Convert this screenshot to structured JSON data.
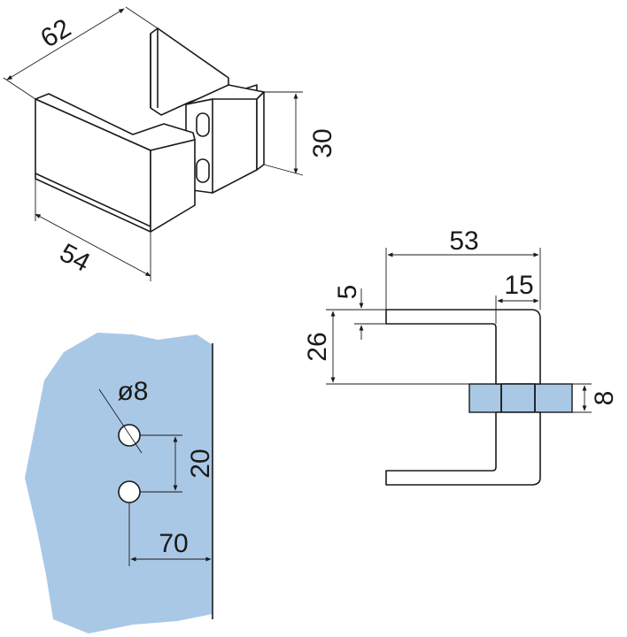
{
  "colors": {
    "glass": "#a9c8e6",
    "line": "#1a1a1a",
    "background": "#ffffff"
  },
  "dimensions": {
    "top_width": "62",
    "front_depth": "54",
    "side_height": "30",
    "handle_length": "53",
    "handle_end": "15",
    "handle_thickness": "5",
    "handle_height": "26",
    "glass_thickness": "8",
    "hole_diameter": "ø8",
    "hole_spacing": "20",
    "edge_distance": "70"
  }
}
